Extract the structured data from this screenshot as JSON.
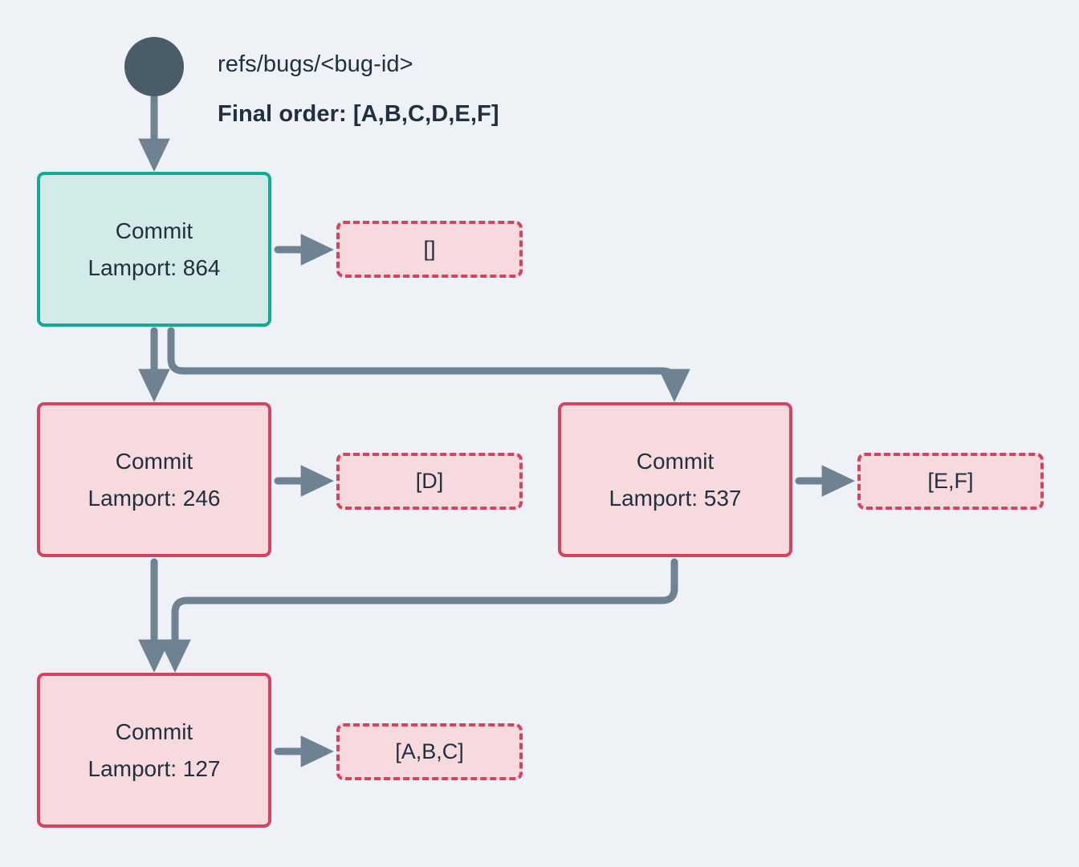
{
  "theme": {
    "background": "#eef2f6",
    "text": "#222f3e",
    "edge": "#6e8291",
    "root_node": "#4a5c68",
    "teal_border": "#12ab96",
    "teal_fill": "#d2ebe8",
    "pink_border": "#d2445f",
    "pink_fill": "#f7dade"
  },
  "header": {
    "ref": "refs/bugs/<bug-id>",
    "final_order": "Final order: [A,B,C,D,E,F]"
  },
  "nodes": {
    "root": {
      "icon": "filled-circle-node"
    },
    "commits": [
      {
        "id": "commit-864",
        "title": "Commit",
        "lamport": "Lamport: 864",
        "variant": "teal"
      },
      {
        "id": "commit-246",
        "title": "Commit",
        "lamport": "Lamport: 246",
        "variant": "pink"
      },
      {
        "id": "commit-537",
        "title": "Commit",
        "lamport": "Lamport: 537",
        "variant": "pink"
      },
      {
        "id": "commit-127",
        "title": "Commit",
        "lamport": "Lamport: 127",
        "variant": "pink"
      }
    ],
    "order_lists": [
      {
        "id": "order-empty",
        "value": "[]"
      },
      {
        "id": "order-d",
        "value": "[D]"
      },
      {
        "id": "order-ef",
        "value": "[E,F]"
      },
      {
        "id": "order-abc",
        "value": "[A,B,C]"
      }
    ]
  },
  "edges": [
    {
      "from": "root",
      "to": "commit-864",
      "kind": "vertical-arrow"
    },
    {
      "from": "commit-864",
      "to": "order-empty",
      "kind": "horizontal-arrow"
    },
    {
      "from": "commit-864",
      "to": "commit-246",
      "kind": "vertical-arrow"
    },
    {
      "from": "commit-864",
      "to": "commit-537",
      "kind": "elbow-arrow"
    },
    {
      "from": "commit-246",
      "to": "order-d",
      "kind": "horizontal-arrow"
    },
    {
      "from": "commit-537",
      "to": "order-ef",
      "kind": "horizontal-arrow"
    },
    {
      "from": "commit-246",
      "to": "commit-127",
      "kind": "vertical-arrow"
    },
    {
      "from": "commit-537",
      "to": "commit-127",
      "kind": "elbow-arrow"
    },
    {
      "from": "commit-127",
      "to": "order-abc",
      "kind": "horizontal-arrow"
    }
  ]
}
